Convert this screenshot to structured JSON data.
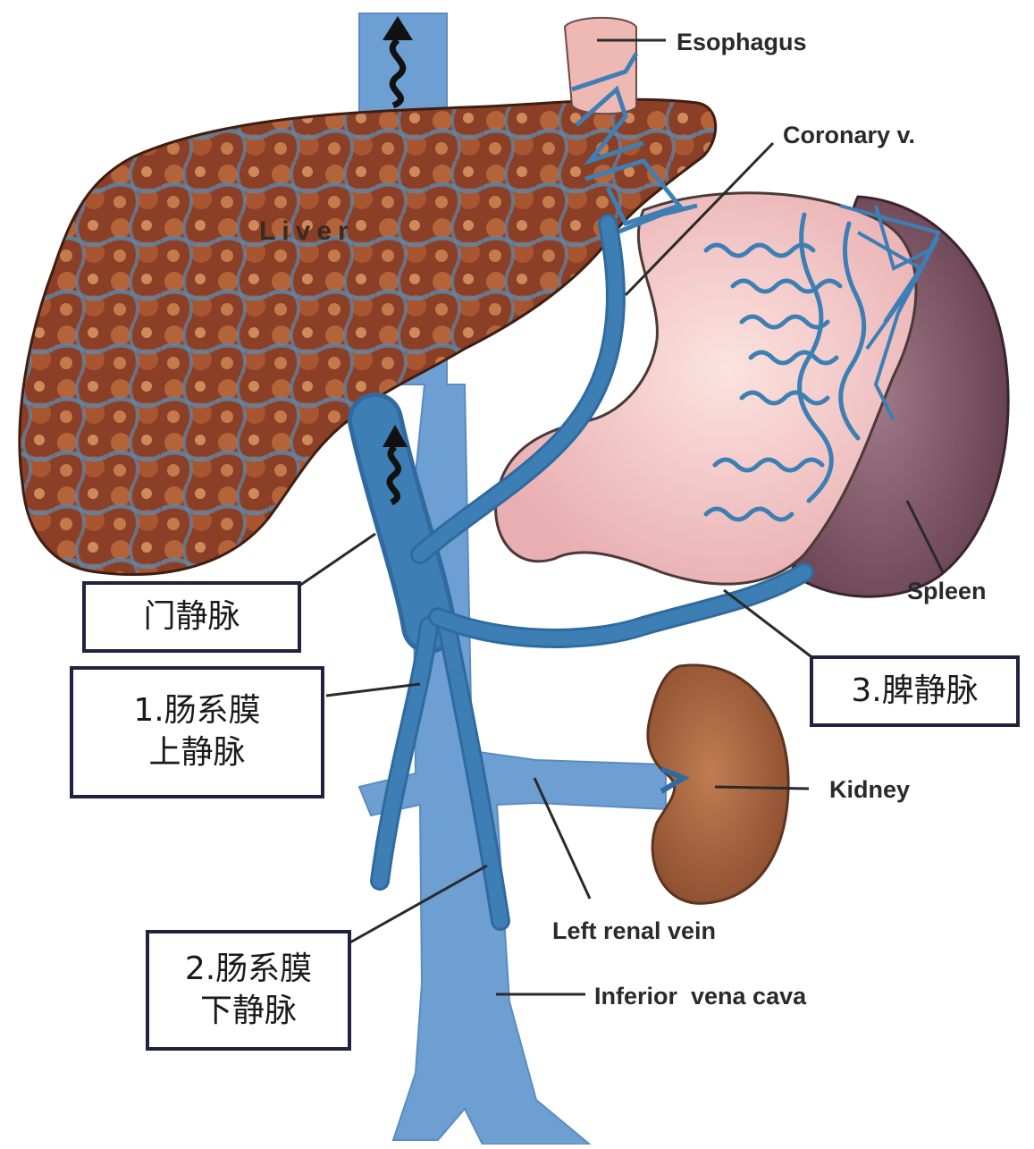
{
  "organs": {
    "liver": "Liver"
  },
  "english_labels": {
    "esophagus": "Esophagus",
    "coronary_v": "Coronary v.",
    "spleen": "Spleen",
    "kidney": "Kidney",
    "left_renal_vein": "Left renal vein",
    "inferior_vena_cava": "Inferior  vena cava"
  },
  "chinese_labels": {
    "portal_vein": {
      "line1": "门静脉"
    },
    "superior_mesenteric_vein": {
      "line1": "1.肠系膜",
      "line2": "上静脉"
    },
    "inferior_mesenteric_vein": {
      "line1": "2.肠系膜",
      "line2": "下静脉"
    },
    "splenic_vein": {
      "line1": "3.脾静脉"
    }
  },
  "colors": {
    "vein_blue": "#3d7fb5",
    "ivc_blue": "#6d9fd3",
    "liver_brown": "#8a3f26",
    "stomach_pink": "#f1c4c3",
    "spleen_purple": "#7a4f5e",
    "kidney_brown": "#a86540",
    "esophagus_pink": "#efb9b3"
  }
}
